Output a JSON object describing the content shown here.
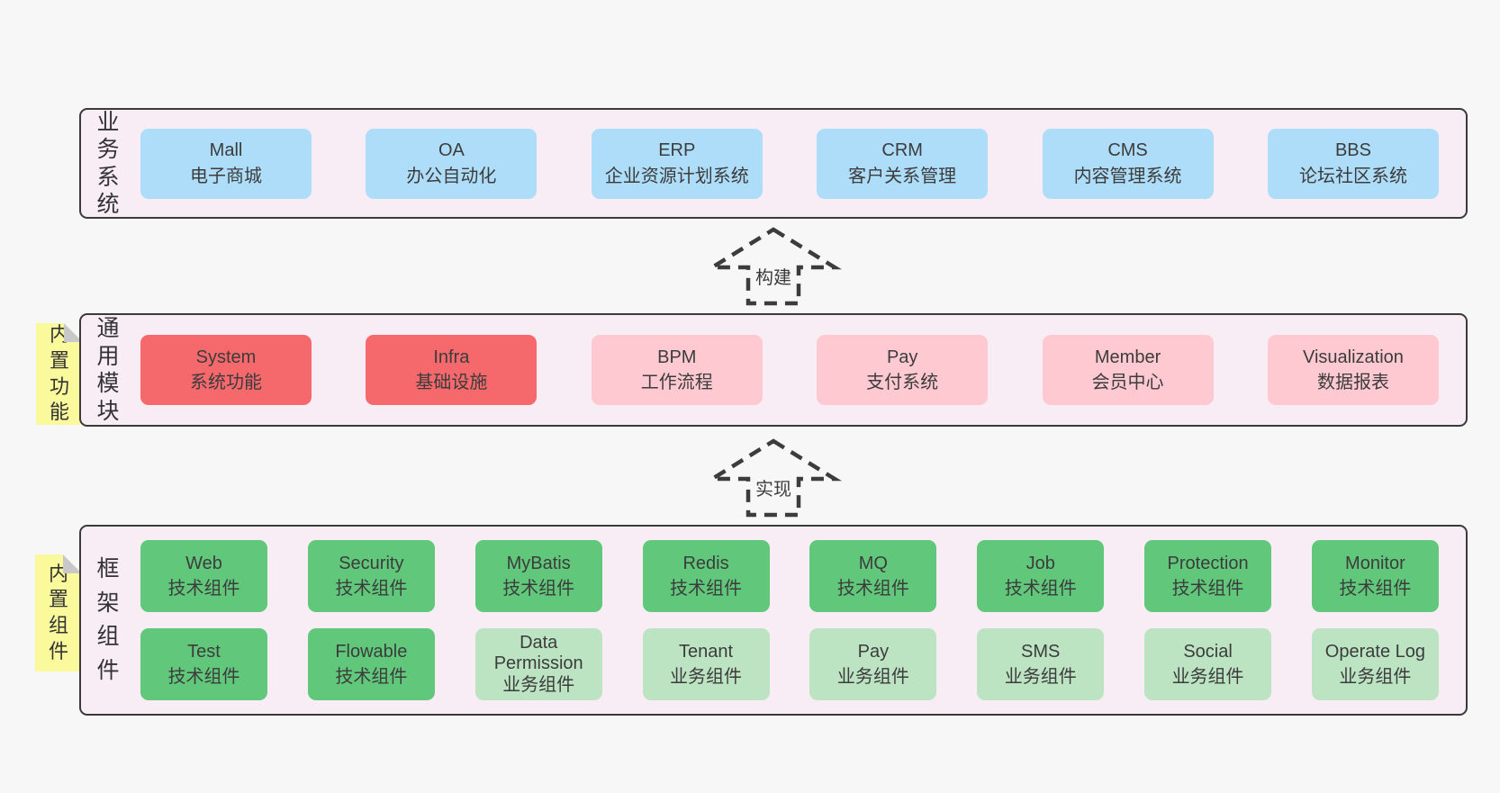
{
  "colors": {
    "page_background": "#f7f7f7",
    "panel_background": "#f8edf5",
    "panel_border": "#3a3a3a",
    "business_box": "#aeddf9",
    "core_module_box": "#f5696c",
    "optional_module_box": "#ffc9d2",
    "tech_component_box": "#61c87b",
    "biz_component_box": "#bce4c3",
    "sticky_note": "#fafa9d",
    "note_fold": "#c8c8c8",
    "text": "#3c3c3c"
  },
  "sections": {
    "business": {
      "label": "业务系统",
      "boxes": [
        {
          "en": "Mall",
          "zh": "电子商城"
        },
        {
          "en": "OA",
          "zh": "办公自动化"
        },
        {
          "en": "ERP",
          "zh": "企业资源计划系统"
        },
        {
          "en": "CRM",
          "zh": "客户关系管理"
        },
        {
          "en": "CMS",
          "zh": "内容管理系统"
        },
        {
          "en": "BBS",
          "zh": "论坛社区系统"
        }
      ]
    },
    "arrow_build": {
      "label": "构建"
    },
    "modules": {
      "label": "通用模块",
      "note": "内置功能",
      "boxes": [
        {
          "en": "System",
          "zh": "系统功能"
        },
        {
          "en": "Infra",
          "zh": "基础设施"
        },
        {
          "en": "BPM",
          "zh": "工作流程"
        },
        {
          "en": "Pay",
          "zh": "支付系统"
        },
        {
          "en": "Member",
          "zh": "会员中心"
        },
        {
          "en": "Visualization",
          "zh": "数据报表"
        }
      ]
    },
    "arrow_implement": {
      "label": "实现"
    },
    "components": {
      "label": "框架组件",
      "note": "内置组件",
      "rows": [
        [
          {
            "en": "Web",
            "zh": "技术组件"
          },
          {
            "en": "Security",
            "zh": "技术组件"
          },
          {
            "en": "MyBatis",
            "zh": "技术组件"
          },
          {
            "en": "Redis",
            "zh": "技术组件"
          },
          {
            "en": "MQ",
            "zh": "技术组件"
          },
          {
            "en": "Job",
            "zh": "技术组件"
          },
          {
            "en": "Protection",
            "zh": "技术组件"
          },
          {
            "en": "Monitor",
            "zh": "技术组件"
          }
        ],
        [
          {
            "en": "Test",
            "zh": "技术组件"
          },
          {
            "en": "Flowable",
            "zh": "技术组件"
          },
          {
            "en": "Data Permission",
            "zh": "业务组件"
          },
          {
            "en": "Tenant",
            "zh": "业务组件"
          },
          {
            "en": "Pay",
            "zh": "业务组件"
          },
          {
            "en": "SMS",
            "zh": "业务组件"
          },
          {
            "en": "Social",
            "zh": "业务组件"
          },
          {
            "en": "Operate Log",
            "zh": "业务组件"
          }
        ]
      ]
    }
  }
}
